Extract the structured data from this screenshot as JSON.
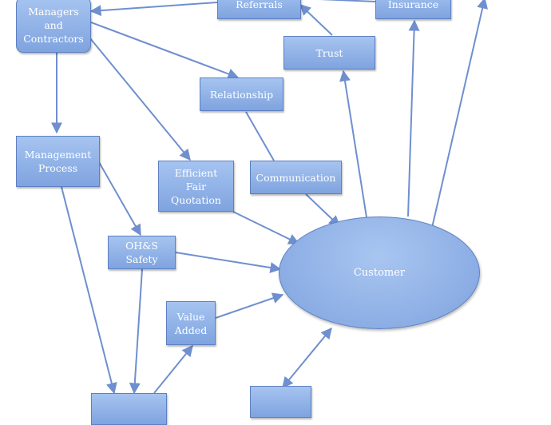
{
  "nodes": {
    "managers": "Managers\nand\nContractors",
    "referrals": "Referrals",
    "insurance": "Insurance",
    "trust": "Trust",
    "relationship": "Relationship",
    "management_process": "Management\nProcess",
    "quotation": "Efficient\nFair\nQuotation",
    "communication": "Communication",
    "ohs": "OH&S\nSafety",
    "value_added": "Value\nAdded",
    "customer": "Customer",
    "bottom_left": "",
    "bottom_mid": ""
  },
  "colors": {
    "node_fill": "#8fb0e6",
    "node_border": "#5e80c0",
    "arrow": "#6f8fcf",
    "text": "#ffffff"
  }
}
